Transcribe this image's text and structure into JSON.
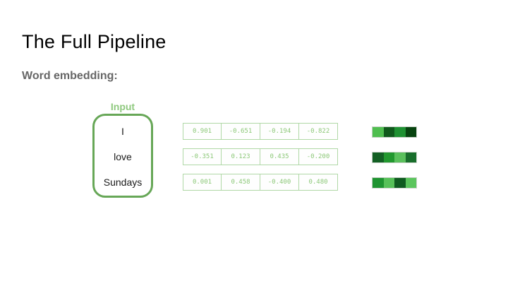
{
  "slide": {
    "title": "The Full Pipeline",
    "subtitle": "Word embedding:"
  },
  "diagram": {
    "input_label": "Input",
    "rows": [
      {
        "word": "I",
        "values": [
          "0.901",
          "-0.651",
          "-0.194",
          "-0.822"
        ],
        "colors": [
          "#4fbe4f",
          "#10591c",
          "#1f9132",
          "#07430f"
        ]
      },
      {
        "word": "love",
        "values": [
          "-0.351",
          "0.123",
          "0.435",
          "-0.200"
        ],
        "colors": [
          "#136024",
          "#22982f",
          "#5ac05c",
          "#186e2b"
        ]
      },
      {
        "word": "Sundays",
        "values": [
          "0.001",
          "0.458",
          "-0.400",
          "0.480"
        ],
        "colors": [
          "#1f9431",
          "#57c159",
          "#0f5b20",
          "#5bc55d"
        ]
      }
    ],
    "theme_colors": {
      "box_border_green": "#67a757",
      "label_green": "#8fc97f",
      "table_text_green": "#8cc878",
      "table_border_green": "#b0d8a6"
    }
  }
}
